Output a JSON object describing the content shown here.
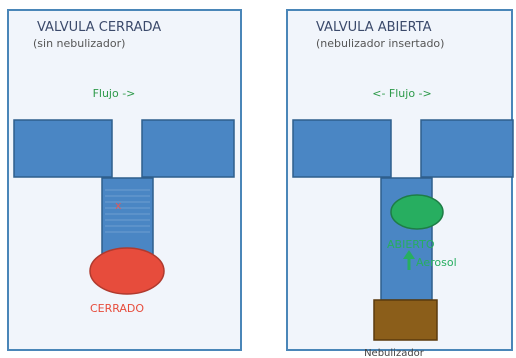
{
  "colors": {
    "panel_bg": "#f1f5fb",
    "panel_border": "#4a86b8",
    "pipe": "#4a86c4",
    "pipe_border": "#2e5f8c",
    "closed": "#e74c3c",
    "open": "#27ae60",
    "nebulizer": "#8b5e1a",
    "nebulizer_border": "#5a3a0c",
    "flow_text": "#2e9a4a"
  },
  "left_panel": {
    "title": "VALVULA CERRADA",
    "subtitle": "(sin nebulizador)",
    "flow_label": "Flujo ->",
    "x_mark": "x",
    "state_label": "CERRADO"
  },
  "right_panel": {
    "title": "VALVULA ABIERTA",
    "subtitle": "(nebulizador insertado)",
    "flow_label": "<- Flujo ->",
    "state_label": "ABIERTO",
    "aerosol_label": "Aerosol",
    "nebulizer_label": "Nebulizador"
  }
}
